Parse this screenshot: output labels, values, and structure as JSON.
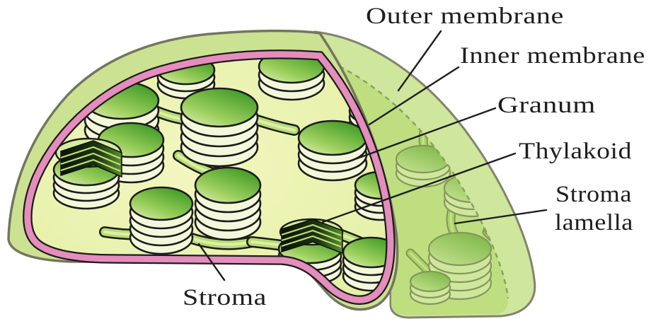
{
  "figure": {
    "labels": {
      "outer_membrane": "Outer membrane",
      "inner_membrane": "Inner membrane",
      "granum": "Granum",
      "thylakoid": "Thylakoid",
      "stroma_lamella_line1": "Stroma",
      "stroma_lamella_line2": "lamella",
      "stroma": "Stroma"
    },
    "colors": {
      "background": "#ffffff",
      "outline_gray": "#75755f",
      "envelope_green": "#cbe292",
      "back_lobe_green": "#cfe69d",
      "back_lobe_inner_green": "#bede80",
      "stroma_yellow_green": "#edf3ae",
      "inner_membrane_pink": "#f093c6",
      "membrane_outline": "#1c1c1c",
      "granum_green_dark": "#3f9a25",
      "granum_green_light": "#e4f2ba",
      "rim_cream": "#f3f8da",
      "lamella_green": "#b7dc72",
      "thylakoid_stack_dark": "#17240e",
      "muted_stroke": "#85975a",
      "label_text": "#1e1e1e",
      "leader_line": "#1e1e1e"
    }
  }
}
